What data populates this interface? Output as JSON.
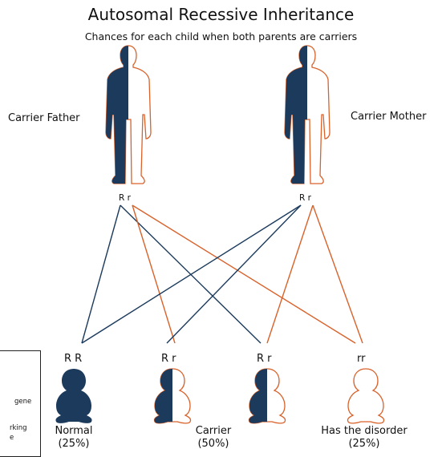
{
  "title": "Autosomal Recessive Inheritance",
  "subtitle": "Chances for each child when both parents are carriers",
  "colors": {
    "dominant": "#1b3a5c",
    "recessive": "#d9622b"
  },
  "parents": {
    "father": {
      "label": "Carrier Father",
      "alleles": "R r"
    },
    "mother": {
      "label": "Carrier Mother",
      "alleles": "R r"
    }
  },
  "children": [
    {
      "alleles": "R R",
      "outcome": "Normal",
      "percent": "(25%)",
      "type": "normal"
    },
    {
      "alleles": "R r",
      "outcome": "Carrier",
      "percent": "(50%)",
      "type": "carrier"
    },
    {
      "alleles": "R r",
      "outcome": "",
      "percent": "",
      "type": "carrier"
    },
    {
      "alleles": "rr",
      "outcome": "Has the disorder",
      "percent": "(25%)",
      "type": "affected"
    }
  ],
  "legend": {
    "line1": "gene",
    "line2": "rking",
    "line3": "e"
  }
}
